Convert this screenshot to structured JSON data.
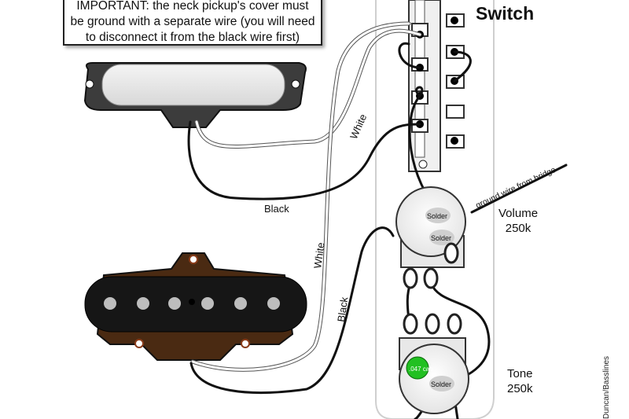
{
  "note": {
    "line1": "IMPORTANT:  the neck pickup's cover must",
    "line2": "be ground with a separate wire (you will need",
    "line3": "to disconnect it from the black wire first)"
  },
  "switch": {
    "title": "Switch"
  },
  "wire_labels": {
    "white_top": "White",
    "black_top": "Black",
    "white_mid": "White",
    "black_mid": "Black",
    "ground": "ground wire from bridge"
  },
  "volume": {
    "name": "Volume",
    "value": "250k",
    "solder1": "Solder",
    "solder2": "Solder"
  },
  "tone": {
    "name": "Tone",
    "value": "250k",
    "solder": "Solder",
    "cap": ".047 cap"
  },
  "credit": "Duncan/Basslines",
  "colors": {
    "wire_black": "#111111",
    "wire_white": "#ffffff",
    "cap_green": "#22c022",
    "plate": "#ffffff"
  }
}
